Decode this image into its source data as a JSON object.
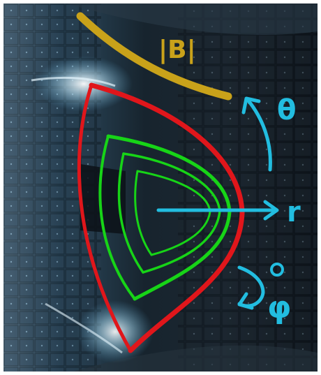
{
  "labels": {
    "field_magnitude": "|B|",
    "radial": "r",
    "poloidal": "θ",
    "toroidal": "φ"
  },
  "colors": {
    "background_dark": "#0b1620",
    "field_line": "#c9a21a",
    "separatrix": "#e0161b",
    "flux_surface": "#17d417",
    "arrow": "#22bde0",
    "wall_glow": "#cfe8f5"
  }
}
